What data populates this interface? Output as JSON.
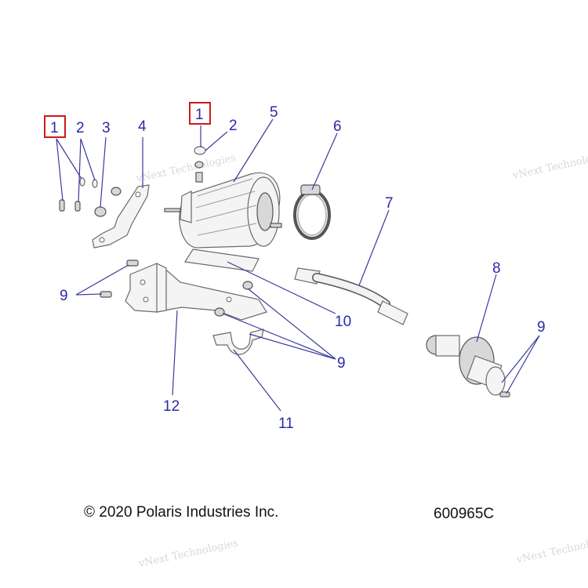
{
  "callouts": {
    "c1_left": "1",
    "c2_left": "2",
    "c3": "3",
    "c4": "4",
    "c1_top": "1",
    "c2_top": "2",
    "c5": "5",
    "c6": "6",
    "c7": "7",
    "c8": "8",
    "c9_left": "9",
    "c9_right": "9",
    "c9_center": "9",
    "c10": "10",
    "c11": "11",
    "c12": "12"
  },
  "footer": {
    "copyright": "© 2020 Polaris Industries Inc.",
    "part_code": "600965C"
  },
  "watermarks": {
    "line1": "vNext Technologies",
    "line2": "vNext Technologies",
    "line3": "vNext Technologies",
    "line4": "vNext Technologies"
  },
  "colors": {
    "callout": "#2a2aa8",
    "highlight_box": "#d01818"
  }
}
